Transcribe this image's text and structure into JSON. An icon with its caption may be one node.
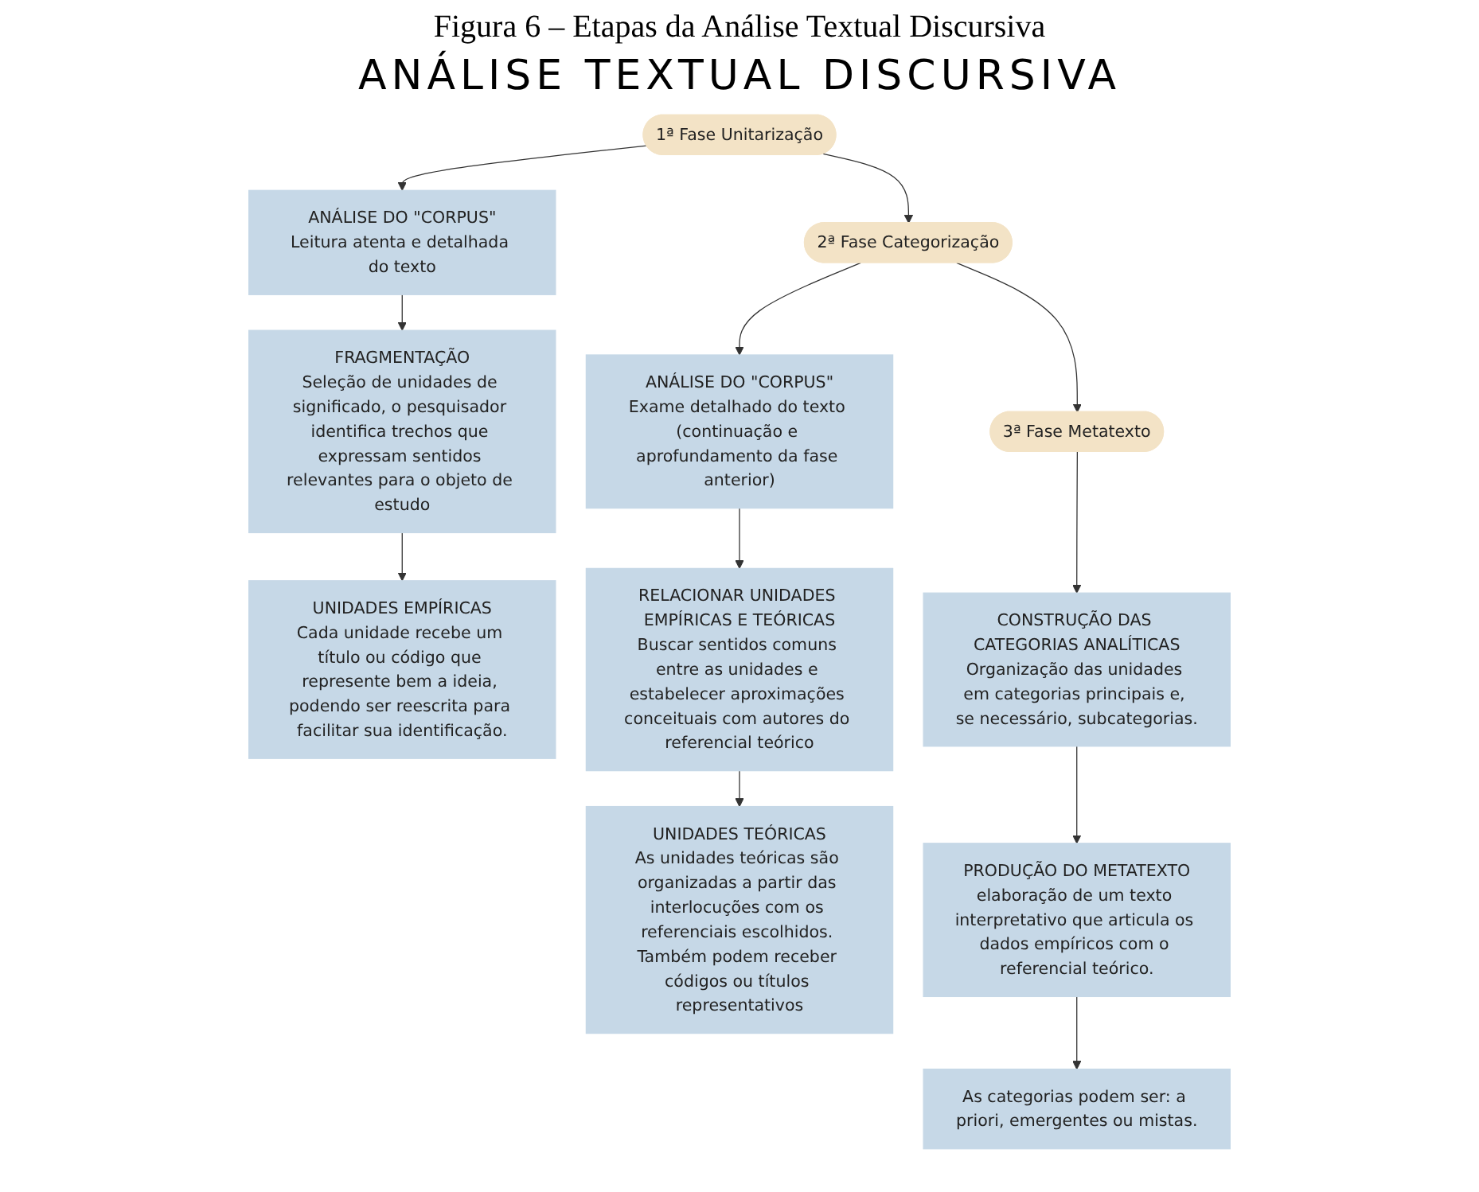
{
  "diagram": {
    "caption": "Figura 6 – Etapas da Análise Textual Discursiva",
    "title": "ANÁLISE TEXTUAL DISCURSIVA",
    "nodes": [
      {
        "text": [
          "1ª Fase Unitarização"
        ]
      },
      {
        "text": [
          "2ª Fase Categorização"
        ]
      },
      {
        "text": [
          "3ª Fase Metatexto"
        ]
      },
      {
        "text": [
          "ANÁLISE DO \"CORPUS\"",
          "Leitura atenta e detalhada do texto"
        ]
      },
      {
        "text": [
          "FRAGMENTAÇÃO",
          "Seleção de unidades de significado, o pesquisador identifica trechos que expressam sentidos relevantes para o objeto de estudo"
        ]
      },
      {
        "text": [
          "UNIDADES EMPÍRICAS",
          "Cada unidade recebe um título ou código que represente bem a ideia, podendo ser reescrita para facilitar sua identificação."
        ]
      },
      {
        "text": [
          "ANÁLISE DO \"CORPUS\"",
          "Exame detalhado do texto (continuação e aprofundamento da fase anterior)"
        ]
      },
      {
        "text": [
          "RELACIONAR UNIDADES EMPÍRICAS E TEÓRICAS",
          "Buscar sentidos comuns entre as unidades e estabelecer aproximações conceituais com autores do referencial teórico"
        ]
      },
      {
        "text": [
          "UNIDADES TEÓRICAS",
          "As unidades teóricas são organizadas a partir das interlocuções com os referenciais escolhidos. Também podem receber códigos ou títulos representativos"
        ]
      },
      {
        "text": [
          "CONSTRUÇÃO DAS CATEGORIAS ANALÍTICAS",
          "Organização das unidades em categorias principais e, se necessário, subcategorias."
        ]
      },
      {
        "text": [
          "PRODUÇÃO DO METATEXTO",
          "elaboração de um texto interpretativo que articula os dados empíricos com o referencial teórico."
        ]
      },
      {
        "text": [
          "As categorias podem ser: a priori, emergentes ou mistas."
        ]
      }
    ],
    "edges": [
      {
        "from": 0,
        "to": 1,
        "arrow": "to"
      },
      {
        "from": 1,
        "to": 2,
        "arrow": "to"
      },
      {
        "from": 0,
        "to": 3,
        "arrow": "to"
      },
      {
        "from": 3,
        "to": 4,
        "arrow": "to"
      },
      {
        "from": 4,
        "to": 5,
        "arrow": "to"
      },
      {
        "from": 1,
        "to": 6,
        "arrow": "to"
      },
      {
        "from": 6,
        "to": 7,
        "arrow": "to"
      },
      {
        "from": 7,
        "to": 8,
        "arrow": "to"
      },
      {
        "from": 2,
        "to": 9,
        "arrow": "to"
      },
      {
        "from": 9,
        "to": 10,
        "arrow": "to"
      },
      {
        "from": 10,
        "to": 11,
        "arrow": "to"
      }
    ]
  }
}
